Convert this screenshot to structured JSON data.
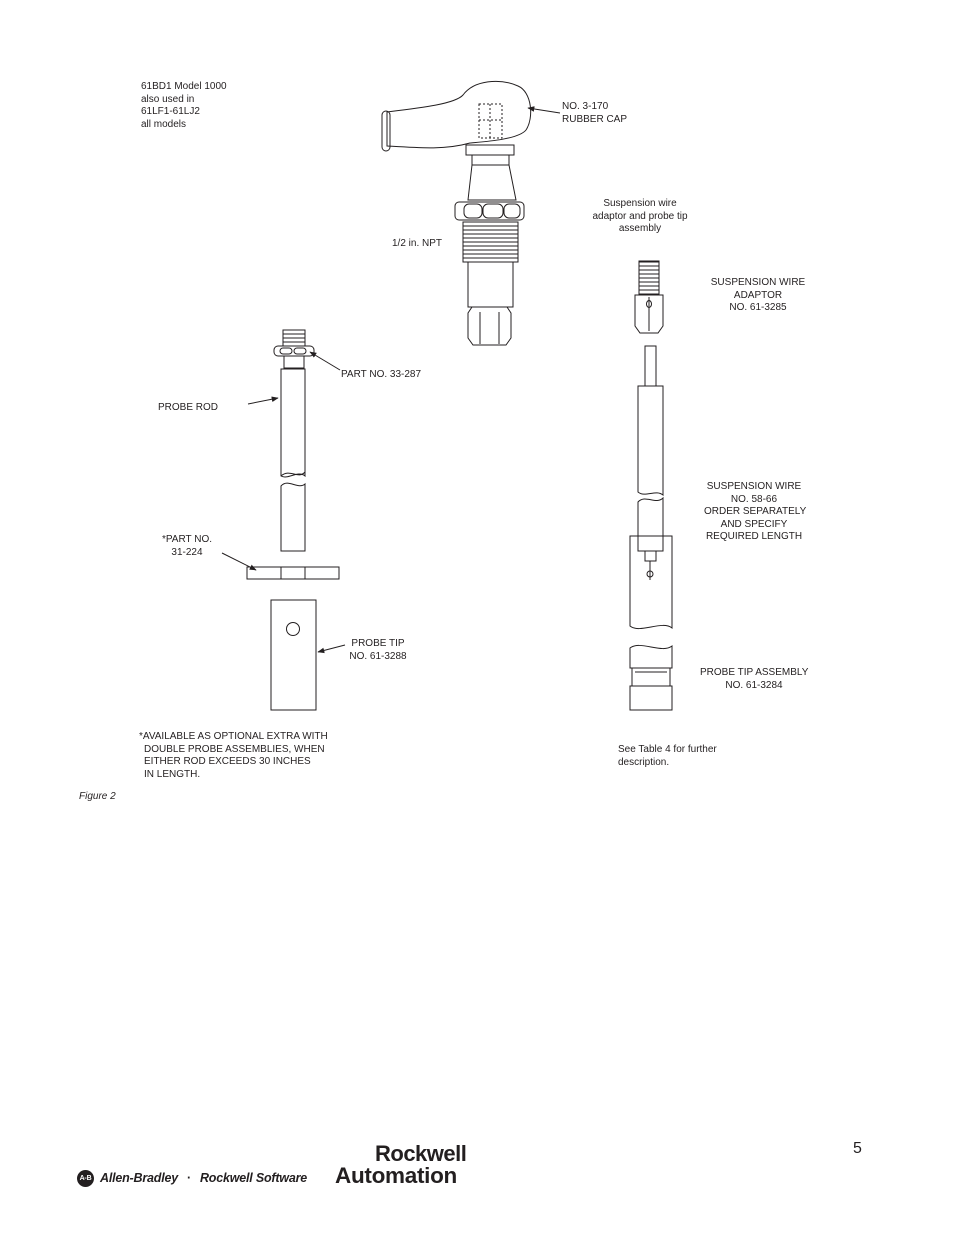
{
  "labels": {
    "model_note": [
      "61BD1 Model 1000",
      "also used in",
      "61LF1-61LJ2",
      "all models"
    ],
    "rubber_cap": [
      "NO. 3-170",
      "RUBBER CAP"
    ],
    "suspension_assembly": [
      "Suspension wire",
      "adaptor and probe tip",
      "assembly"
    ],
    "npt": "1/2 in. NPT",
    "suspension_adaptor": [
      "SUSPENSION WIRE",
      "ADAPTOR",
      "NO. 61-3285"
    ],
    "part_33_287": "PART NO. 33-287",
    "probe_rod": "PROBE ROD",
    "suspension_wire": [
      "SUSPENSION WIRE",
      "NO. 58-66",
      "ORDER SEPARATELY",
      "AND SPECIFY",
      "REQUIRED LENGTH"
    ],
    "part_31_224": [
      "*PART NO.",
      "31-224"
    ],
    "probe_tip": [
      "PROBE TIP",
      "NO. 61-3288"
    ],
    "probe_tip_assembly": [
      "PROBE TIP ASSEMBLY",
      "NO. 61-3284"
    ],
    "optional_note": [
      "*AVAILABLE AS OPTIONAL EXTRA WITH",
      "DOUBLE PROBE ASSEMBLIES, WHEN",
      "EITHER ROD EXCEEDS 30 INCHES",
      "IN LENGTH."
    ],
    "table_note": [
      "See Table 4 for further",
      "description."
    ]
  },
  "figure_caption": "Figure 2",
  "footer": {
    "page_number": "5",
    "ab_logo_text": "A-B",
    "allen_bradley": "Allen-Bradley",
    "separator": "·",
    "rockwell_software": "Rockwell Software",
    "logo_line1": "Rockwell",
    "logo_line2": "Automation"
  },
  "colors": {
    "ink": "#231f20",
    "background": "#ffffff"
  }
}
